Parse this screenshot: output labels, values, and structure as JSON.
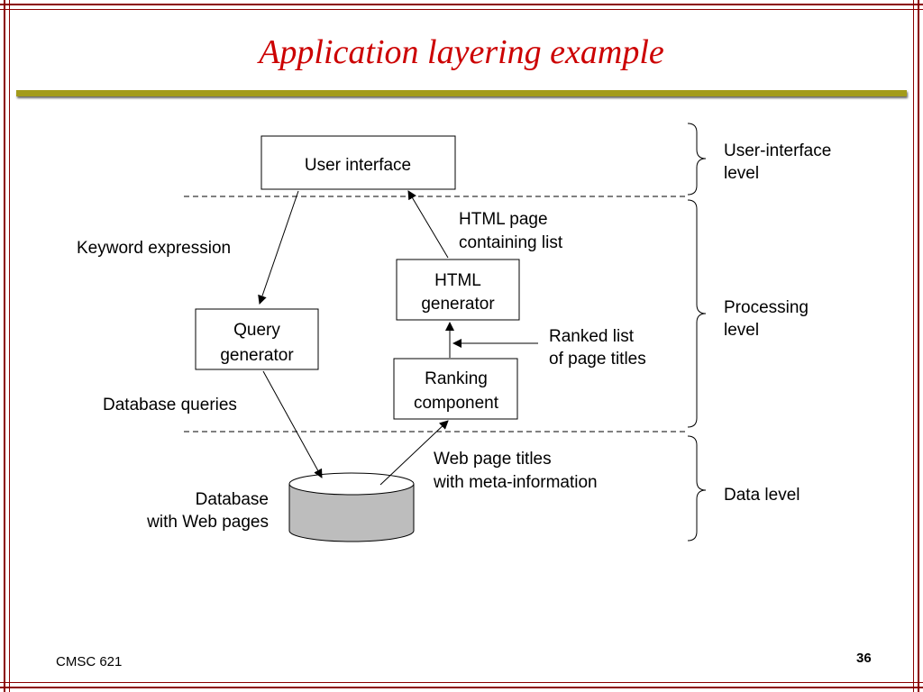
{
  "slide": {
    "title": "Application layering example",
    "footer_left": "CMSC 621",
    "page_number": "36"
  },
  "diagram": {
    "boxes": {
      "user_interface": "User interface",
      "html_generator": [
        "HTML",
        "generator"
      ],
      "query_generator": [
        "Query",
        "generator"
      ],
      "ranking_component": [
        "Ranking",
        "component"
      ]
    },
    "database": [
      "Database",
      "with Web pages"
    ],
    "flow_labels": {
      "keyword_expression": "Keyword expression",
      "html_page": [
        "HTML page",
        "containing list"
      ],
      "ranked_list": [
        "Ranked list",
        "of page titles"
      ],
      "database_queries": "Database queries",
      "web_page_titles": [
        "Web page titles",
        "with meta-information"
      ]
    },
    "levels": {
      "user_interface": [
        "User-interface",
        "level"
      ],
      "processing": [
        "Processing",
        "level"
      ],
      "data": "Data level"
    }
  },
  "colors": {
    "frame": "#8b0000",
    "title": "#cc0000",
    "rule": "#a39b1a",
    "database_fill": "#bdbdbd"
  }
}
